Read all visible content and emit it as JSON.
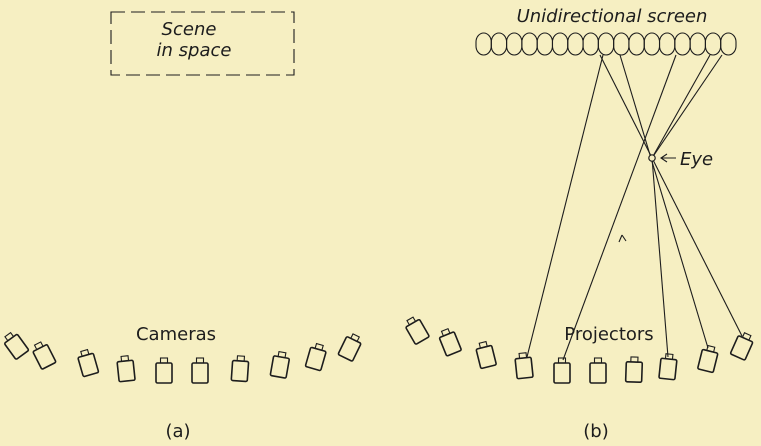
{
  "panel_a": {
    "scene_box_line1": "Scene",
    "scene_box_line2": "in space",
    "cameras_label": "Cameras",
    "caption": "(a)",
    "camera_count": 10
  },
  "panel_b": {
    "screen_label": "Unidirectional screen",
    "eye_label": "Eye",
    "projectors_label": "Projectors",
    "caption": "(b)",
    "projector_count": 10
  },
  "colors": {
    "background": "#f6efc2",
    "ink": "#1d1d1d"
  }
}
